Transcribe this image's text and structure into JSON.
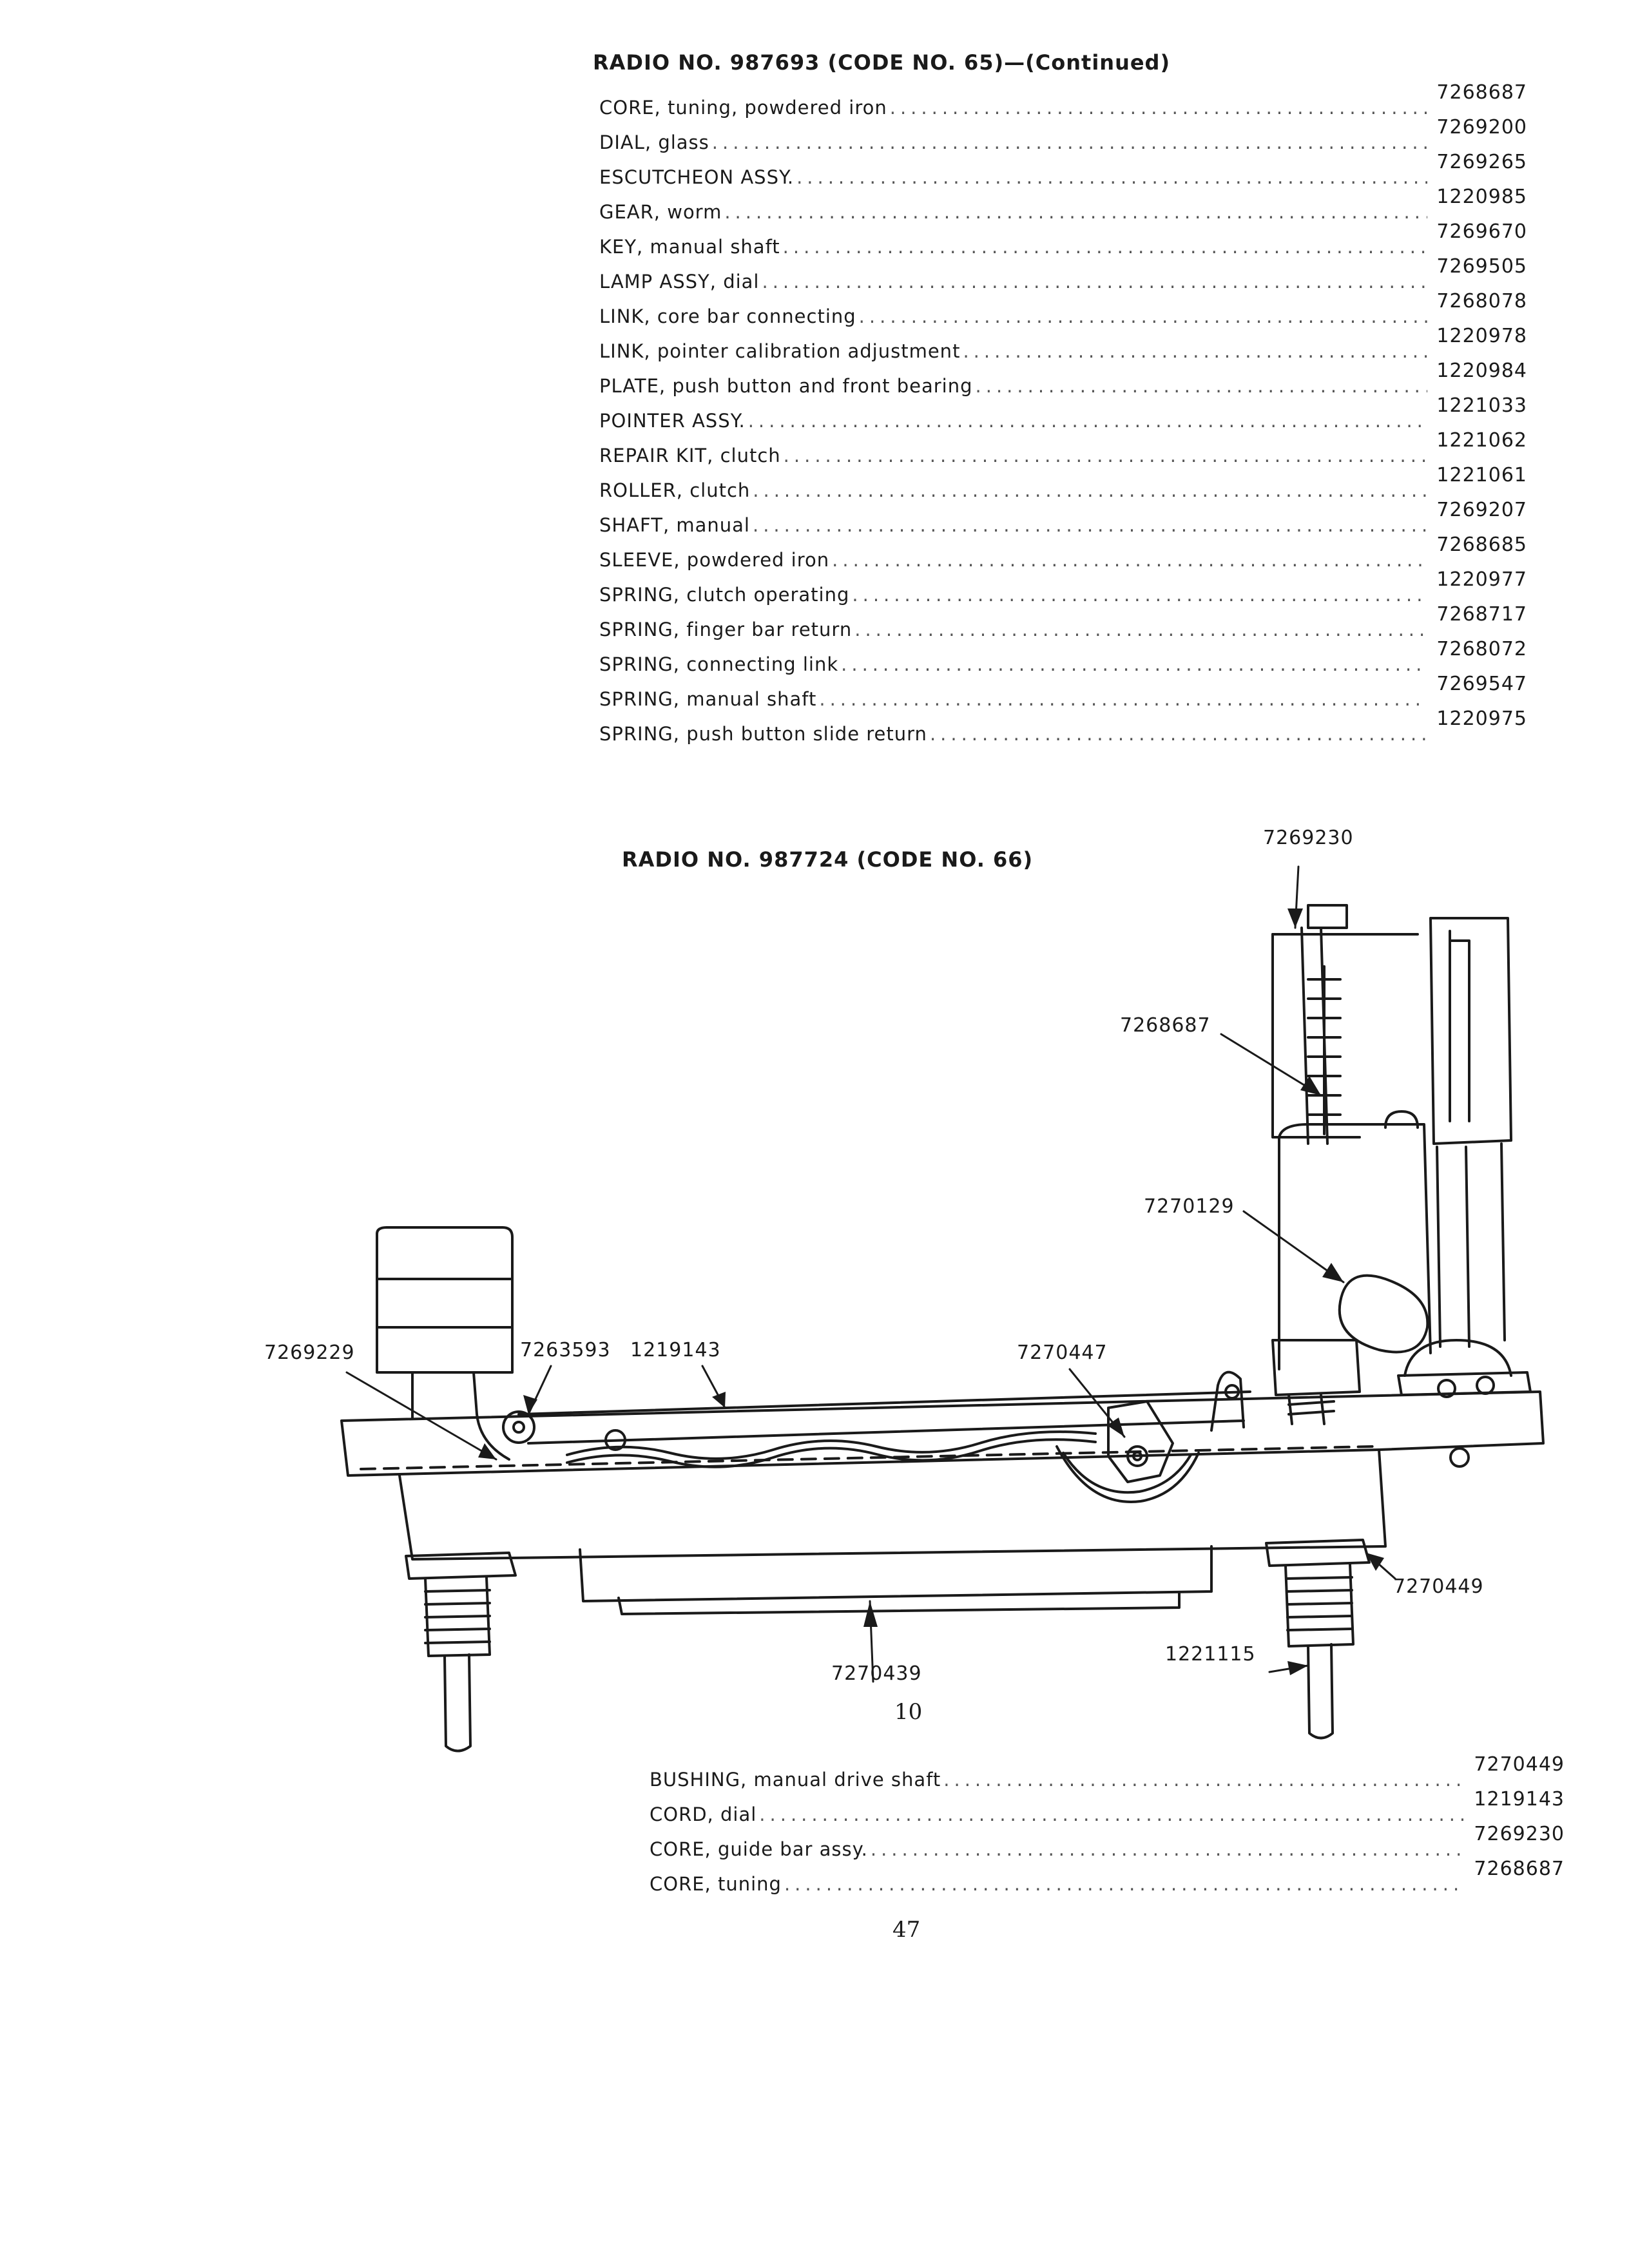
{
  "section1": {
    "title": "RADIO NO. 987693 (CODE NO. 65)—(Continued)",
    "parts": [
      {
        "name": "CORE, tuning, powdered iron",
        "number": "7268687"
      },
      {
        "name": "DIAL, glass",
        "number": "7269200"
      },
      {
        "name": "ESCUTCHEON ASSY.",
        "number": "7269265"
      },
      {
        "name": "GEAR, worm",
        "number": "1220985"
      },
      {
        "name": "KEY, manual shaft",
        "number": "7269670"
      },
      {
        "name": "LAMP ASSY, dial",
        "number": "7269505"
      },
      {
        "name": "LINK, core bar connecting",
        "number": "7268078"
      },
      {
        "name": "LINK, pointer calibration adjustment",
        "number": "1220978"
      },
      {
        "name": "PLATE, push button and front bearing",
        "number": "1220984"
      },
      {
        "name": "POINTER ASSY.",
        "number": "1221033"
      },
      {
        "name": "REPAIR KIT, clutch",
        "number": "1221062"
      },
      {
        "name": "ROLLER, clutch",
        "number": "1221061"
      },
      {
        "name": "SHAFT, manual",
        "number": "7269207"
      },
      {
        "name": "SLEEVE, powdered iron",
        "number": "7268685"
      },
      {
        "name": "SPRING, clutch operating",
        "number": "1220977"
      },
      {
        "name": "SPRING, finger bar return",
        "number": "7268717"
      },
      {
        "name": "SPRING, connecting link",
        "number": "7268072"
      },
      {
        "name": "SPRING, manual shaft",
        "number": "7269547"
      },
      {
        "name": "SPRING, push button slide return",
        "number": "1220975"
      }
    ]
  },
  "section2": {
    "title": "RADIO NO. 987724 (CODE NO. 66)",
    "figure_labels": {
      "l_7269230": "7269230",
      "l_7268687": "7268687",
      "l_7270129": "7270129",
      "l_7269229": "7269229",
      "l_7263593": "7263593",
      "l_1219143": "1219143",
      "l_7270447": "7270447",
      "l_7270449": "7270449",
      "l_1221115": "1221115",
      "l_7270439": "7270439"
    },
    "figure_number": "10",
    "parts": [
      {
        "name": "BUSHING, manual drive shaft",
        "number": "7270449"
      },
      {
        "name": "CORD, dial",
        "number": "1219143"
      },
      {
        "name": "CORE, guide bar assy.",
        "number": "7269230"
      },
      {
        "name": "CORE, tuning",
        "number": "7268687"
      }
    ]
  },
  "page_number": "47"
}
